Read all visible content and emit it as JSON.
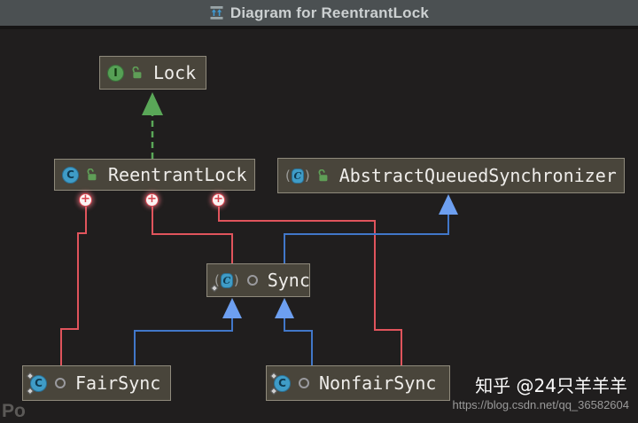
{
  "window": {
    "title": "Diagram for ReentrantLock"
  },
  "icons": {
    "interface_glyph": "I",
    "class_glyph": "C",
    "plus_glyph": "+"
  },
  "nodes": {
    "lock": {
      "label": "Lock",
      "kind": "interface",
      "visibility": "public"
    },
    "reentrant": {
      "label": "ReentrantLock",
      "kind": "class",
      "visibility": "public"
    },
    "aqs": {
      "label": "AbstractQueuedSynchronizer",
      "kind": "abstract-class",
      "visibility": "public"
    },
    "sync": {
      "label": "Sync",
      "kind": "abstract-class",
      "visibility": "package-private"
    },
    "fairsync": {
      "label": "FairSync",
      "kind": "class",
      "visibility": "package-private"
    },
    "nonfairsync": {
      "label": "NonfairSync",
      "kind": "class",
      "visibility": "package-private"
    }
  },
  "edges": [
    {
      "from": "ReentrantLock",
      "to": "Lock",
      "type": "realization",
      "style": "dashed",
      "color": "#5aa758"
    },
    {
      "from": "Sync",
      "to": "AbstractQueuedSynchronizer",
      "type": "inheritance",
      "style": "solid",
      "color": "#4177c9"
    },
    {
      "from": "FairSync",
      "to": "Sync",
      "type": "inheritance",
      "style": "solid",
      "color": "#4177c9"
    },
    {
      "from": "NonfairSync",
      "to": "Sync",
      "type": "inheritance",
      "style": "solid",
      "color": "#4177c9"
    },
    {
      "from": "ReentrantLock",
      "to": "FairSync",
      "type": "field",
      "style": "solid",
      "color": "#e0545c"
    },
    {
      "from": "ReentrantLock",
      "to": "Sync",
      "type": "field",
      "style": "solid",
      "color": "#e0545c"
    },
    {
      "from": "ReentrantLock",
      "to": "NonfairSync",
      "type": "field",
      "style": "solid",
      "color": "#e0545c"
    }
  ],
  "colors": {
    "titlebar_bg": "#4b5052",
    "canvas_bg": "#201e1e",
    "node_bg": "#49453b",
    "node_border": "#8f8a7c",
    "realization": "#5aa758",
    "inheritance_line": "#4177c9",
    "inheritance_arrow": "#6d9ff0",
    "field_link": "#e0545c"
  },
  "watermark": {
    "fragment": "Po",
    "brand": "知乎 @24只羊羊羊",
    "url": "https://blog.csdn.net/qq_36582604"
  }
}
